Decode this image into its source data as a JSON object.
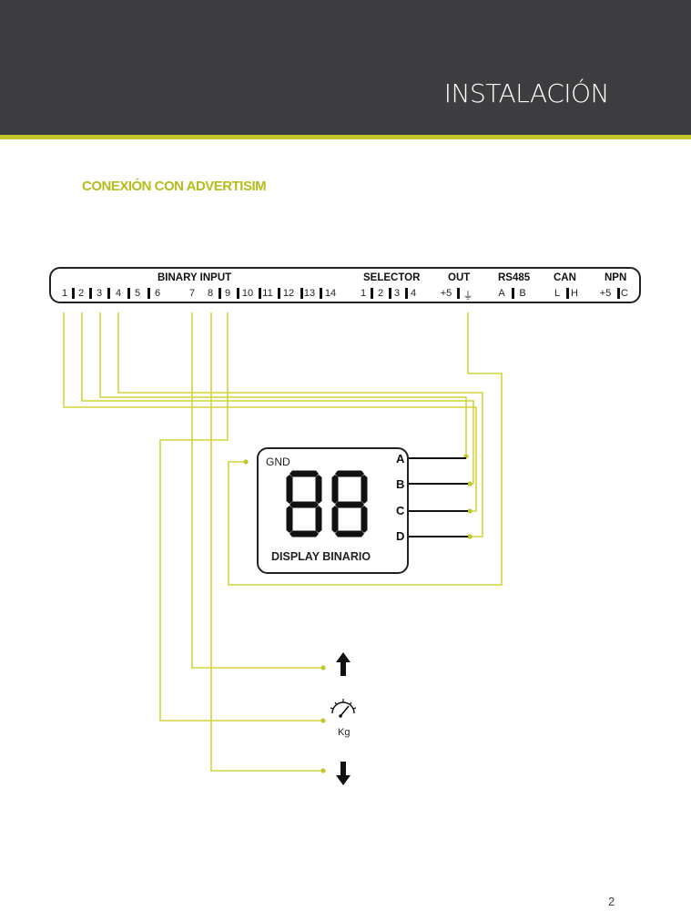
{
  "header": {
    "title": "INSTALACIÓN"
  },
  "section": {
    "title": "CONEXIÓN CON ADVERTISIM"
  },
  "connector": {
    "groups": {
      "binary_input": "BINARY INPUT",
      "selector": "SELECTOR",
      "out": "OUT",
      "rs485": "RS485",
      "can": "CAN",
      "npn": "NPN"
    },
    "pins": [
      "1",
      "2",
      "3",
      "4",
      "5",
      "6",
      "7",
      "8",
      "9",
      "10",
      "11",
      "12",
      "13",
      "14",
      "1",
      "2",
      "3",
      "4",
      "+5",
      "⏚",
      "A",
      "B",
      "L",
      "H",
      "+5",
      "C"
    ]
  },
  "display": {
    "gnd": "GND",
    "digits": "88",
    "label": "DISPLAY BINARIO",
    "inputs": [
      "A",
      "B",
      "C",
      "D"
    ]
  },
  "icons": {
    "kg": "Kg"
  },
  "colors": {
    "header": "#3d3d3f",
    "accent": "#c4c72a",
    "wire": "#d2d43a"
  },
  "page_number": "2"
}
